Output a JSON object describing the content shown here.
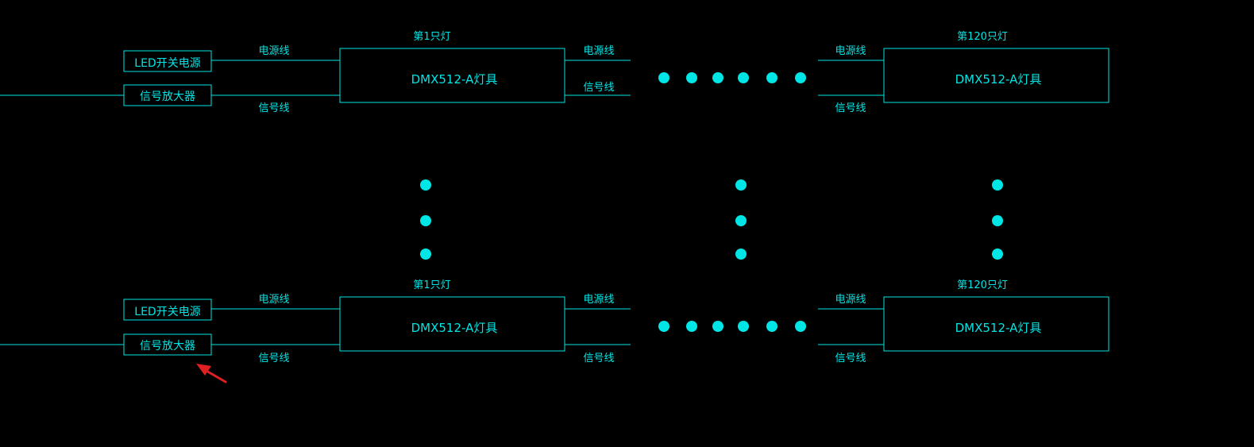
{
  "colors": {
    "background": "#000000",
    "line": "#00e5e5",
    "dot": "#00e5e5",
    "arrow": "#e02020"
  },
  "labels": {
    "led_power": "LED开关电源",
    "signal_amp": "信号放大器",
    "power_line": "电源线",
    "signal_line": "信号线",
    "fixture": "DMX512-A灯具",
    "first_lamp": "第1只灯",
    "last_lamp": "第120只灯"
  },
  "icons": {
    "pointer": "red-arrow-icon",
    "continuation": "ellipsis-dots-icon"
  }
}
